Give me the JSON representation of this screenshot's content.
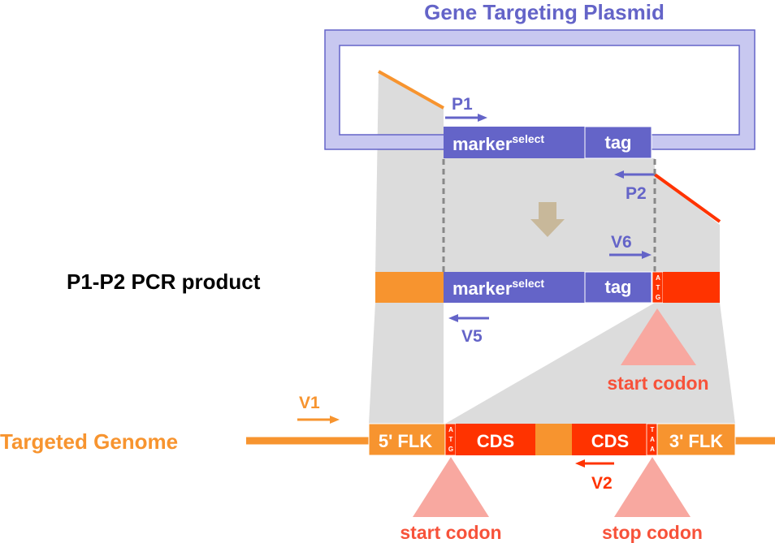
{
  "plasmid_title": "Gene Targeting Plasmid",
  "pcr_label": "P1-P2 PCR product",
  "genome_label": "Targeted Genome",
  "marker": {
    "base": "marker",
    "sup": "select"
  },
  "tag": "tag",
  "primers": {
    "p1": "P1",
    "p2": "P2",
    "v1": "V1",
    "v2": "V2",
    "v5": "V5",
    "v6": "V6"
  },
  "codons": {
    "start_label": "start codon",
    "stop_label": "stop codon",
    "atg": [
      "A",
      "T",
      "G"
    ],
    "taa": [
      "T",
      "A",
      "A"
    ]
  },
  "genome_segments": {
    "flank5": "5' FLK",
    "cds": "CDS",
    "flank3": "3' FLK"
  },
  "colors": {
    "plasmid_purple": "#6464c8",
    "plasmid_fill": "#c8c8f0",
    "orange": "#f7942f",
    "red": "#ff3300",
    "pink": "#f8a8a0",
    "gray": "#dcdcdc",
    "down_arrow": "#c8b89a"
  }
}
